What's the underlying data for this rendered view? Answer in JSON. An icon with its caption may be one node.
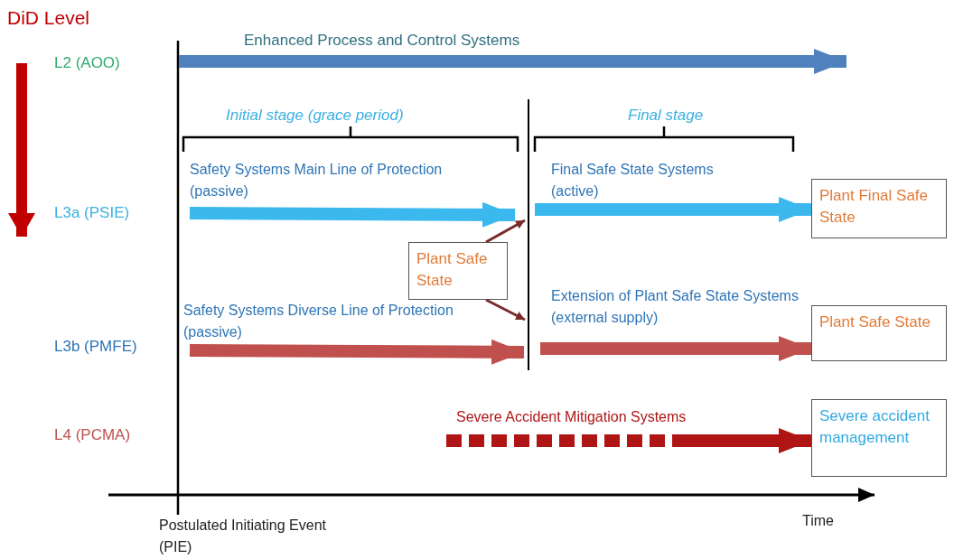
{
  "diagram": {
    "nodes": [
      {
        "text": [
          "Plant Safe State"
        ]
      },
      {
        "text": [
          "Plant Final Safe State"
        ]
      },
      {
        "text": [
          "Plant Safe State"
        ]
      },
      {
        "text": [
          "Severe accident management"
        ]
      }
    ],
    "edges": [
      {
        "from": null,
        "to": 0,
        "arrow": "to",
        "label": "Safety Systems Main Line of Protection (passive)",
        "color": "#3bb8ee"
      },
      {
        "from": null,
        "to": 0,
        "arrow": "to",
        "label": "Safety Systems Diverse Line of Protection (passive)",
        "color": "#c0504d"
      },
      {
        "from": null,
        "to": 1,
        "arrow": "to",
        "label": "Final Safe State Systems (active)",
        "color": "#3bb8ee"
      },
      {
        "from": null,
        "to": 2,
        "arrow": "to",
        "label": "Extension of Plant Safe State Systems (external supply)",
        "color": "#c0504d"
      },
      {
        "from": null,
        "to": 3,
        "arrow": "to",
        "label": "Severe Accident Mitigation Systems",
        "style": "dashed",
        "color": "#b01515"
      },
      {
        "from": 0,
        "to": null,
        "arrow": "to",
        "color": "#7b2a2a"
      },
      {
        "from": 0,
        "to": null,
        "arrow": "to",
        "color": "#7b2a2a"
      }
    ],
    "labels": [
      "DiD Level",
      "L2 (AOO)",
      "Enhanced Process and Control Systems",
      "Initial stage (grace period)",
      "Final stage",
      "L3a (PSIE)",
      "L3b (PMFE)",
      "L4 (PCMA)",
      "Postulated Initiating Event (PIE)",
      "Time"
    ]
  }
}
